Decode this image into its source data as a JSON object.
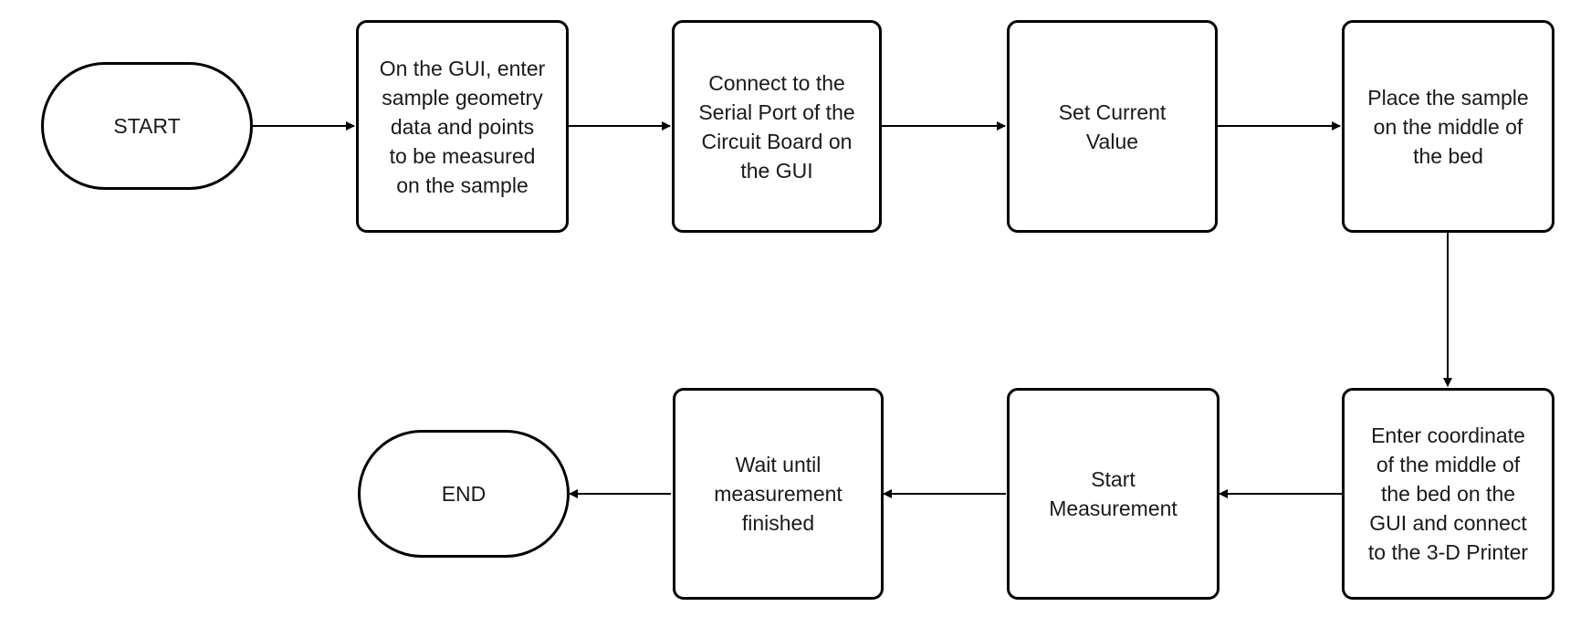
{
  "diagram": {
    "type": "flowchart",
    "colors": {
      "stroke": "#000000",
      "fill": "#ffffff",
      "text": "#1a1a1a"
    },
    "nodes": {
      "start": {
        "shape": "terminal",
        "label": "START"
      },
      "step1": {
        "shape": "process",
        "label": "On the GUI, enter\nsample geometry\ndata and points\nto be measured\non the sample"
      },
      "step2": {
        "shape": "process",
        "label": "Connect to the\nSerial Port of the\nCircuit Board on\nthe GUI"
      },
      "step3": {
        "shape": "process",
        "label": "Set Current\nValue"
      },
      "step4": {
        "shape": "process",
        "label": "Place the sample\non the middle of\nthe bed"
      },
      "step5": {
        "shape": "process",
        "label": "Enter coordinate\nof the middle of\nthe bed on the\nGUI and connect\nto the 3-D Printer"
      },
      "step6": {
        "shape": "process",
        "label": "Start\nMeasurement"
      },
      "step7": {
        "shape": "process",
        "label": "Wait until\nmeasurement\nfinished"
      },
      "end": {
        "shape": "terminal",
        "label": "END"
      }
    },
    "edges": [
      {
        "from": "start",
        "to": "step1"
      },
      {
        "from": "step1",
        "to": "step2"
      },
      {
        "from": "step2",
        "to": "step3"
      },
      {
        "from": "step3",
        "to": "step4"
      },
      {
        "from": "step4",
        "to": "step5"
      },
      {
        "from": "step5",
        "to": "step6"
      },
      {
        "from": "step6",
        "to": "step7"
      },
      {
        "from": "step7",
        "to": "end"
      }
    ]
  }
}
